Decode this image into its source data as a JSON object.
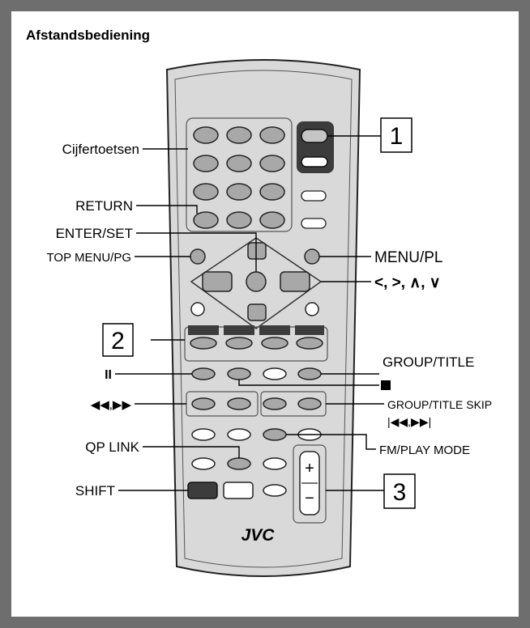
{
  "title": "Afstandsbediening",
  "labels": {
    "cijfertoetsen": "Cijfertoetsen",
    "return": "RETURN",
    "enter_set": "ENTER/SET",
    "top_menu": "TOP MENU/PG",
    "menu_pl": "MENU/PL",
    "cursor": "<, >, ∧, ∨",
    "group_title": "GROUP/TITLE",
    "pause": "II",
    "rew_ff": "◀◀,▶▶",
    "group_title_skip": "GROUP/TITLE SKIP",
    "skip_arrows": "|◀◀,▶▶|",
    "qp_link": "QP LINK",
    "fm_play_mode": "FM/PLAY MODE",
    "shift": "SHIFT",
    "brand": "JVC",
    "vol_plus": "+",
    "vol_minus": "−"
  },
  "callouts": [
    "1",
    "2",
    "3"
  ],
  "colors": {
    "frame": "#6e6e6e",
    "remote_body": "#d9d9d9",
    "button_gray": "#a8a8a8",
    "button_dark": "#3c3c3c",
    "highlight_red": "#c5c5c5"
  }
}
